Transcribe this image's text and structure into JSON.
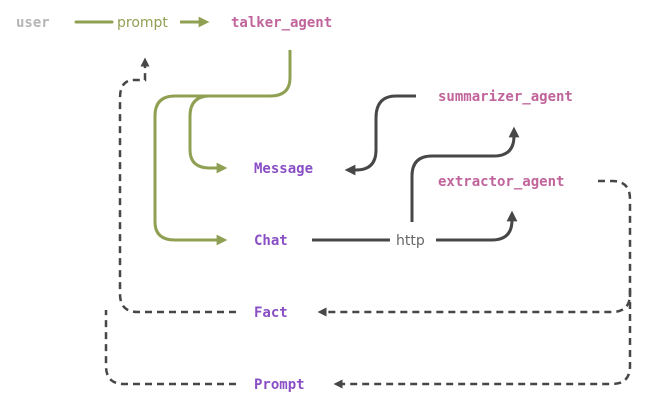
{
  "labels": {
    "user": "user",
    "prompt_edge": "prompt",
    "talker_agent": "talker_agent",
    "summarizer_agent": "summarizer_agent",
    "extractor_agent": "extractor_agent",
    "message": "Message",
    "chat": "Chat",
    "http_edge": "http",
    "fact": "Fact",
    "prompt_node": "Prompt"
  },
  "colors": {
    "user": "#b5b5b5",
    "agent": "#c0649b",
    "entity": "#8a4fc4",
    "green": "#90a053",
    "dark": "#474747",
    "edge_label": "#666666"
  }
}
